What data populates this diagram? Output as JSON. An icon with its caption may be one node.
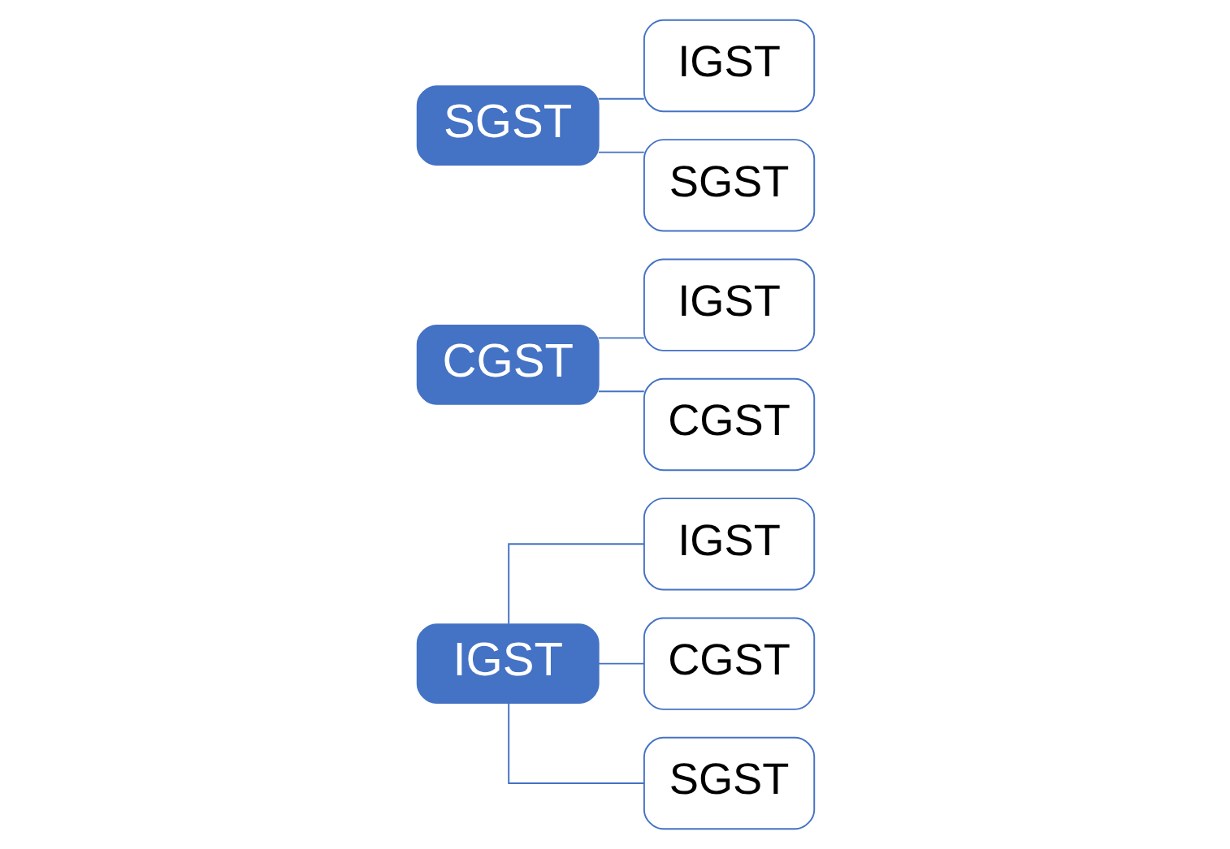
{
  "diagram": {
    "nodes": [
      {
        "text": [
          "IGST"
        ]
      },
      {
        "text": [
          "IGST"
        ]
      },
      {
        "text": [
          "CGST"
        ]
      },
      {
        "text": [
          "SGST"
        ]
      },
      {
        "text": [
          "CGST"
        ]
      },
      {
        "text": [
          "IGST"
        ]
      },
      {
        "text": [
          "CGST"
        ]
      },
      {
        "text": [
          "SGST"
        ]
      },
      {
        "text": [
          "IGST"
        ]
      },
      {
        "text": [
          "SGST"
        ]
      }
    ],
    "edges": [
      {
        "from": 0,
        "to": 1,
        "arrow": "none"
      },
      {
        "from": 0,
        "to": 2,
        "arrow": "none"
      },
      {
        "from": 0,
        "to": 3,
        "arrow": "none"
      },
      {
        "from": 4,
        "to": 5,
        "arrow": "none"
      },
      {
        "from": 4,
        "to": 6,
        "arrow": "none"
      },
      {
        "from": 7,
        "to": 8,
        "arrow": "none"
      },
      {
        "from": 7,
        "to": 9,
        "arrow": "none"
      }
    ]
  }
}
